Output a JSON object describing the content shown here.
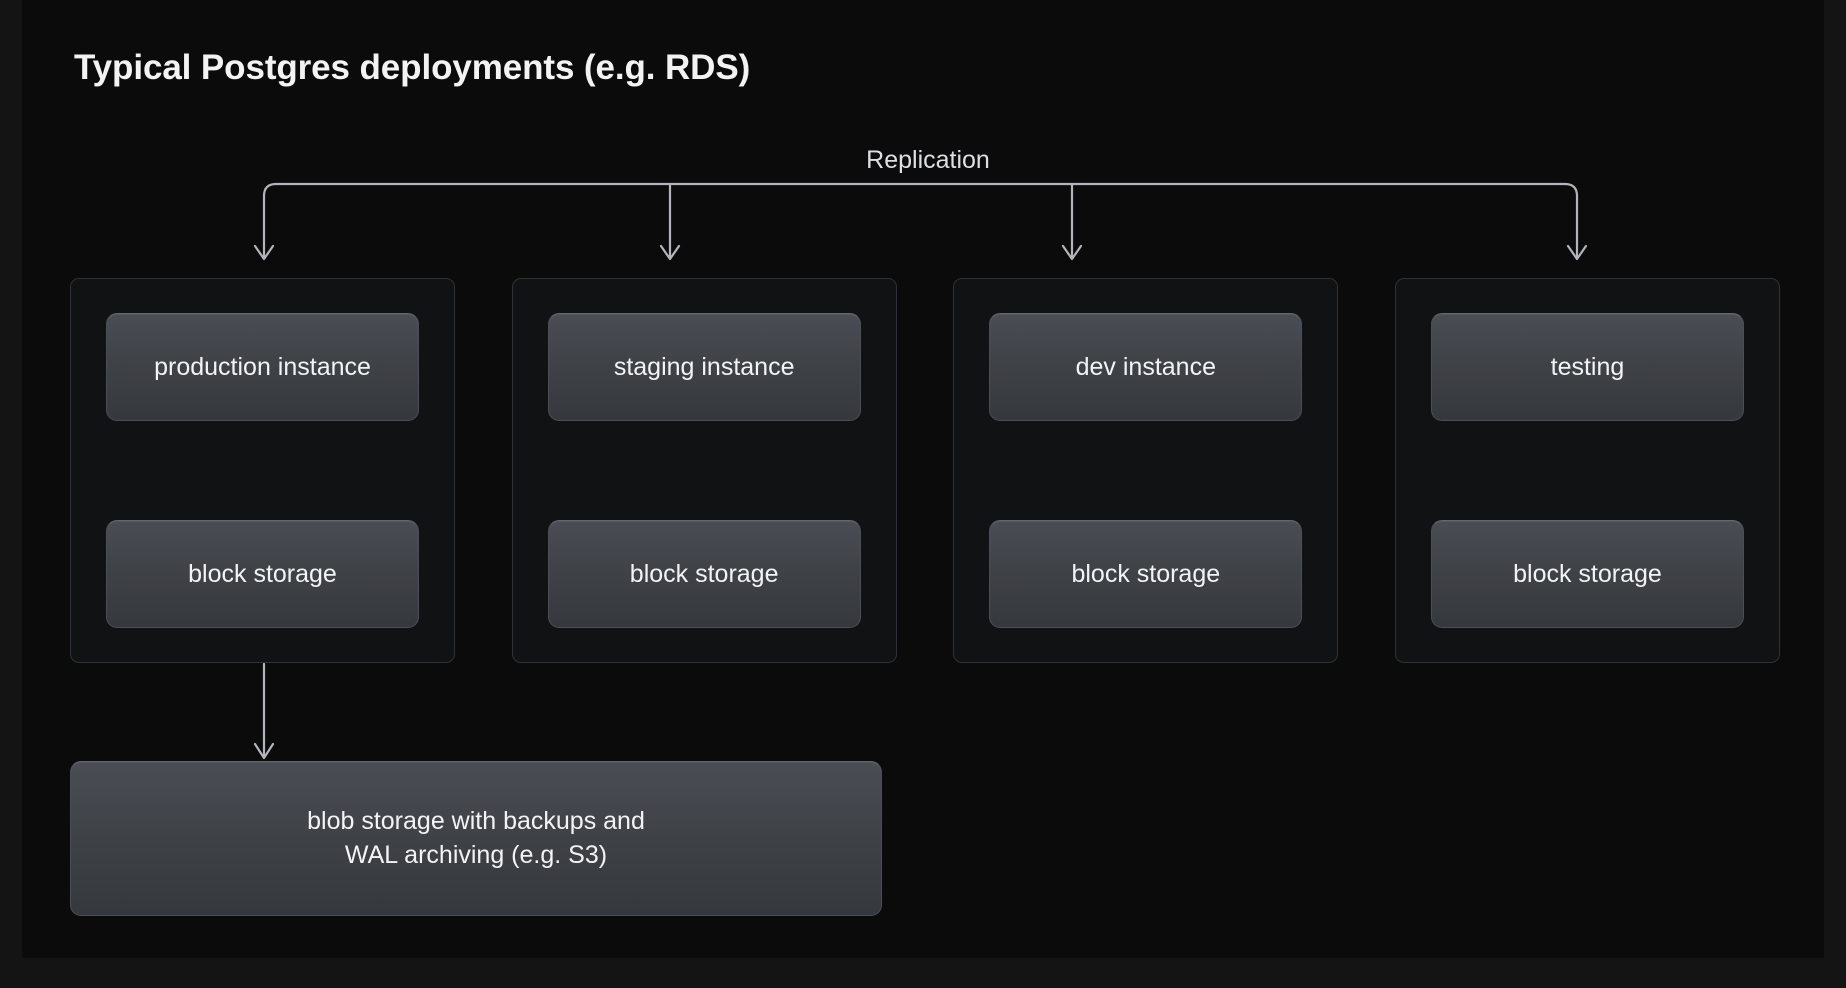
{
  "slide": {
    "title": "Typical Postgres deployments (e.g. RDS)",
    "background_color": "#0b0b0b",
    "outer_background_color": "#141414"
  },
  "connector": {
    "replication_label": "Replication",
    "line_color": "#b3b5bb",
    "arrow_count": 4
  },
  "panels": [
    {
      "instance_label": "production instance",
      "storage_label": "block storage",
      "has_blob_link": true
    },
    {
      "instance_label": "staging instance",
      "storage_label": "block storage",
      "has_blob_link": false
    },
    {
      "instance_label": "dev instance",
      "storage_label": "block storage",
      "has_blob_link": false
    },
    {
      "instance_label": "testing",
      "storage_label": "block storage",
      "has_blob_link": false
    }
  ],
  "blob_storage": {
    "label": "blob storage with backups and\nWAL archiving (e.g. S3)"
  },
  "colors": {
    "node_top": "#4a4d54",
    "node_bottom": "#35383d",
    "node_border": "#4b4e55",
    "panel_border": "#2f3136",
    "panel_fill": "#111214",
    "text": "#f2f3f5",
    "arrow": "#b3b5bb"
  }
}
